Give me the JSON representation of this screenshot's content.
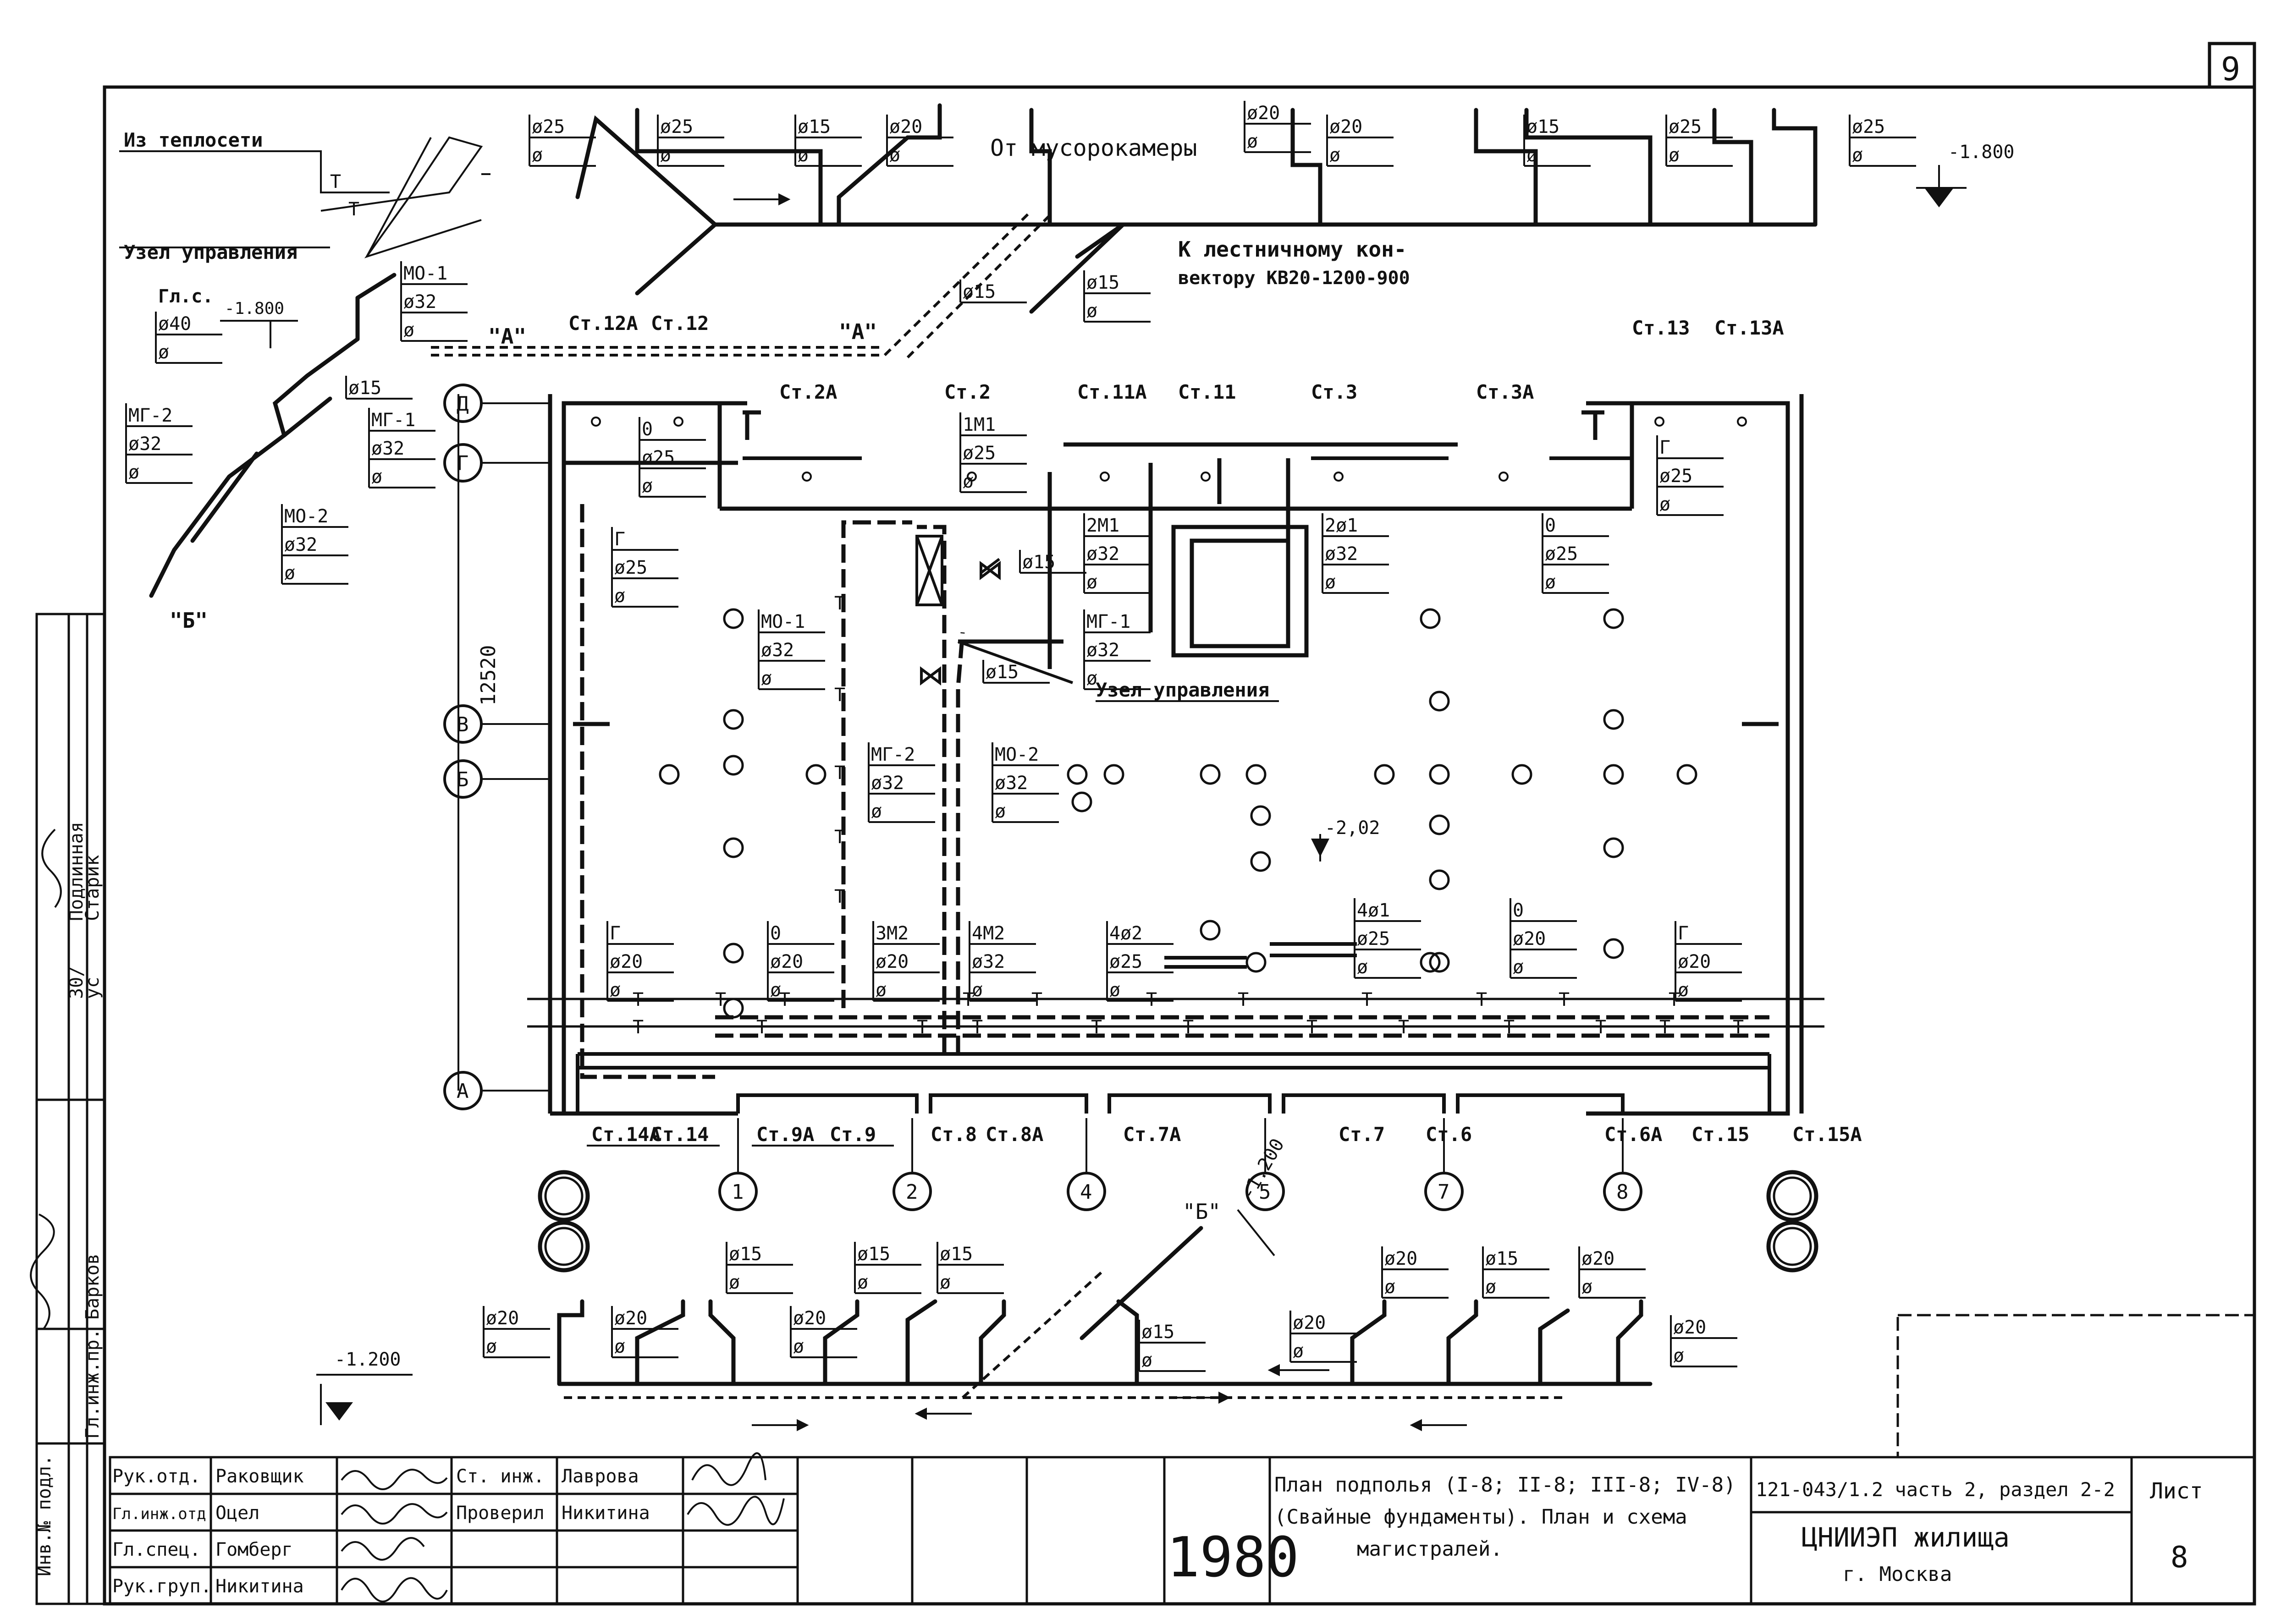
{
  "sheet_corner_number": "9",
  "notes": {
    "from_heating": "Из теплосети",
    "control_unit_top": "Узел управления",
    "from_garbage": "От мусорокамеры",
    "to_convector_1": "К лестничному кон-",
    "to_convector_2": "вектору КВ20-1200-900",
    "control_unit_inner": "Узел управления",
    "gls": "Гл.с.",
    "point_A1": "\"А\"",
    "point_A2": "\"А\"",
    "point_B_top": "\"Б\"",
    "point_B_bottom": "\"Б\""
  },
  "elevations": {
    "top_right": "-1.800",
    "top_left": "-1.800",
    "plan": "-2,02",
    "bottom_left": "-1.200",
    "bottom_mid": "-1.200"
  },
  "dimension": "12520",
  "axes_rows": [
    "Д",
    "Г",
    "В",
    "Б",
    "А"
  ],
  "axes_cols": [
    "1",
    "2",
    "4",
    "5",
    "7",
    "8"
  ],
  "risers_top": [
    "Ст.12А",
    "Ст.12",
    "Ст.2А",
    "Ст.2",
    "Ст.11А",
    "Ст.11",
    "Ст.3",
    "Ст.3А",
    "Ст.13",
    "Ст.13А"
  ],
  "risers_bottom": [
    "Ст.14А",
    "Ст.14",
    "Ст.9А",
    "Ст.9",
    "Ст.8",
    "Ст.8А",
    "Ст.7А",
    "Ст.7",
    "Ст.6",
    "Ст.6А",
    "Ст.15",
    "Ст.15А"
  ],
  "pipe_tags": {
    "mo1_a": "МО-1",
    "d32_a": "ø32",
    "d40": "ø40",
    "mg2": "МГ-2",
    "mg1": "МГ-1",
    "mo2_a": "МО-2",
    "d15_ctrl": "ø15",
    "d32_b": "ø32",
    "d32_c": "ø32",
    "d32_d": "ø32",
    "t1": "0",
    "t1d": "ø25",
    "t2": "Г",
    "t2d": "ø25",
    "t3": "1М1",
    "t3d": "ø25",
    "t4": "2М1",
    "t4d": "ø32",
    "t5": "2ø1",
    "t5d": "ø32",
    "t6": "0",
    "t6d": "ø25",
    "t7": "Г",
    "t7d": "ø25",
    "mo1_b": "МО-1",
    "mo1_bd": "ø32",
    "mg1_b": "МГ-1",
    "mg1_bd": "ø32",
    "mg2_b": "МГ-2",
    "mg2_bd": "ø32",
    "mo2_b": "МО-2",
    "mo2_bd": "ø32",
    "v15a": "ø15",
    "v15b": "ø15",
    "b1": "Г",
    "b1d": "ø20",
    "b2": "0",
    "b2d": "ø20",
    "b3": "3М2",
    "b3d": "ø20",
    "b4": "4М2",
    "b4d": "ø32",
    "b5": "4ø2",
    "b5d": "ø25",
    "b6": "4ø1",
    "b6d": "ø25",
    "b7": "0",
    "b7d": "ø20",
    "b8": "Г",
    "b8d": "ø20",
    "iso_top": [
      "ø25",
      "ø25",
      "ø15",
      "ø20",
      "ø20",
      "ø20",
      "ø15",
      "ø25",
      "ø25"
    ],
    "iso_mid": [
      "ø15",
      "ø15"
    ],
    "iso_bottom": [
      "ø20",
      "ø20",
      "ø20",
      "ø15",
      "ø15",
      "ø15",
      "ø15",
      "ø20",
      "ø20",
      "ø15",
      "ø20",
      "ø20"
    ],
    "phi": "ø",
    "t_mark": "Т"
  },
  "stamp": {
    "left_labels": [
      "Гл.инж.пр.",
      "Барков",
      "Старик",
      "Подлинная",
      "30/",
      "ус",
      "Инв.№ подл."
    ],
    "rows": [
      {
        "role": "Рук.отд.",
        "name": "Раковщик",
        "role2": "Ст. инж.",
        "name2": "Лаврова"
      },
      {
        "role": "Гл.инж.отд.",
        "name": "Оцел",
        "role2": "Проверил",
        "name2": "Никитина"
      },
      {
        "role": "Гл.спец.",
        "name": "Гомберг",
        "role2": "",
        "name2": ""
      },
      {
        "role": "Рук.груп.",
        "name": "Никитина",
        "role2": "",
        "name2": ""
      }
    ],
    "year": "1980",
    "title_1": "План подполья (I-8; II-8; III-8; IV-8)",
    "title_2": "(Свайные фундаменты). План и схема",
    "title_3": "магистралей.",
    "code": "121-043/1.2 часть 2, раздел 2-2",
    "org": "ЦНИИЭП жилища",
    "city": "г. Москва",
    "sheet_label": "Лист",
    "sheet_no": "8"
  }
}
